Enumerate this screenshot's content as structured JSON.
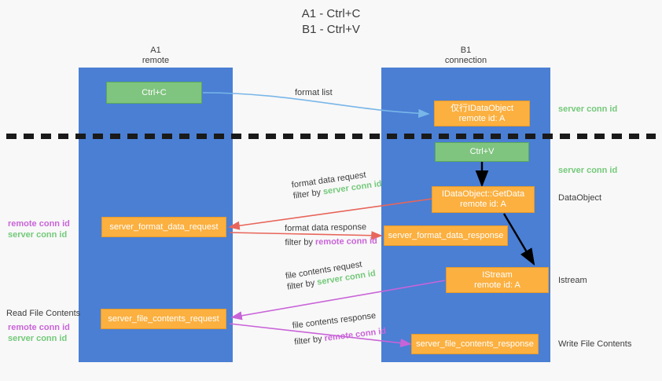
{
  "title": {
    "line1": "A1 - Ctrl+C",
    "line2": "B1 - Ctrl+V"
  },
  "lanes": [
    {
      "id": "a1",
      "name": "A1",
      "sub": "remote"
    },
    {
      "id": "b1",
      "name": "B1",
      "sub": "connection"
    }
  ],
  "colors": {
    "lane": "#4a7fd4",
    "green_node": "#7fc47f",
    "orange_node": "#fbb040",
    "server_conn_id": "#74c97a",
    "remote_conn_id": "#c964d8",
    "arrow_blue": "#79b6e8",
    "arrow_red": "#e8655a",
    "arrow_magenta": "#c964d8",
    "arrow_black": "#000000",
    "background": "#f8f8f8",
    "text": "#3c3c3c"
  },
  "nodes": [
    {
      "id": "ctrl-c",
      "kind": "green",
      "line1": "Ctrl+C",
      "line2": ""
    },
    {
      "id": "idataobject",
      "kind": "orange",
      "line1": "仅行IDataObject",
      "line2": "remote id: A"
    },
    {
      "id": "ctrl-v",
      "kind": "green",
      "line1": "Ctrl+V",
      "line2": ""
    },
    {
      "id": "getdata",
      "kind": "orange",
      "line1": "IDataObject::GetData",
      "line2": "remote id: A"
    },
    {
      "id": "server-format-data-request",
      "kind": "orange",
      "line1": "server_format_data_request",
      "line2": ""
    },
    {
      "id": "server-format-data-response",
      "kind": "orange",
      "line1": "server_format_data_response",
      "line2": ""
    },
    {
      "id": "istream",
      "kind": "orange",
      "line1": "IStream",
      "line2": "remote id: A"
    },
    {
      "id": "server-file-contents-request",
      "kind": "orange",
      "line1": "server_file_contents_request",
      "line2": ""
    },
    {
      "id": "server-file-contents-response",
      "kind": "orange",
      "line1": "server_file_contents_response",
      "line2": ""
    }
  ],
  "edge_labels": {
    "format_list": "format list",
    "format_data_request": "format data request",
    "format_data_response": "format data response",
    "file_contents_request": "file contents request",
    "file_contents_response": "file contents response",
    "filter_by": "filter by",
    "server_conn_id": "server conn id",
    "remote_conn_id": "remote conn id"
  },
  "side_labels": {
    "right_server_conn_id_top": "server conn id",
    "right_server_conn_id_mid": "server conn id",
    "right_dataobject": "DataObject",
    "right_istream": "Istream",
    "right_write_file_contents": "Write File Contents",
    "left_read_file_contents": "Read File Contents",
    "remote_conn_id": "remote conn id",
    "server_conn_id": "server conn id"
  }
}
